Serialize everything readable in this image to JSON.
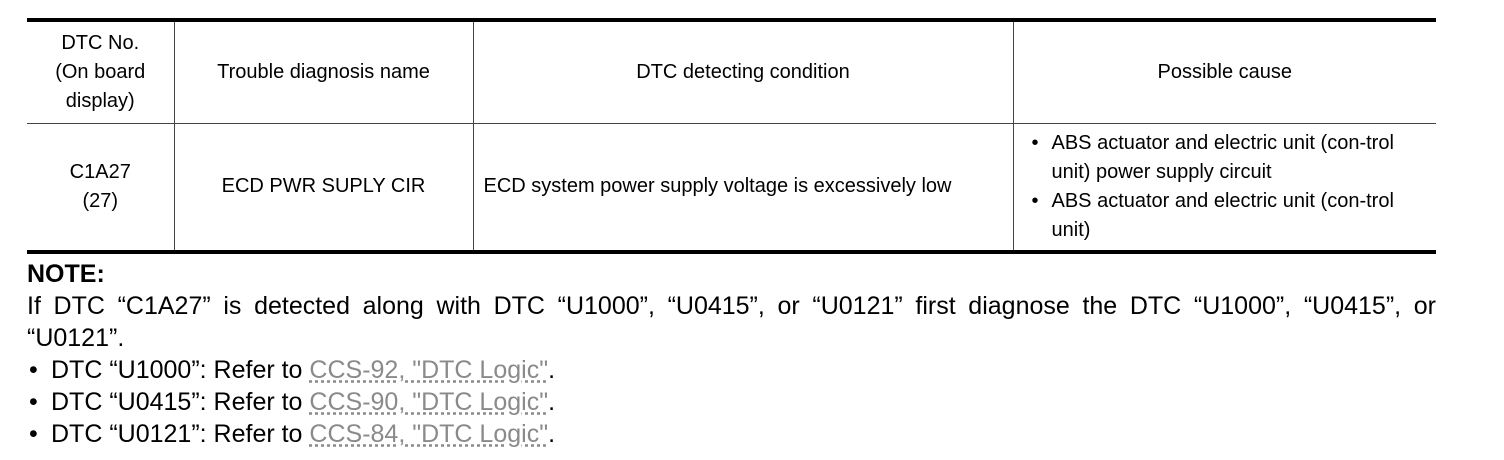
{
  "table": {
    "headers": [
      "DTC No.\n(On board\ndisplay)",
      "Trouble diagnosis name",
      "DTC detecting condition",
      "Possible cause"
    ],
    "row": {
      "dtc_code": "C1A27",
      "dtc_display": "(27)",
      "diagnosis_name": "ECD PWR SUPLY CIR",
      "condition": "ECD system power supply voltage is excessively low",
      "causes": [
        "ABS actuator and electric unit (con-trol unit) power supply circuit",
        "ABS actuator and electric unit (con-trol unit)"
      ]
    }
  },
  "note": {
    "title": "NOTE:",
    "body": "If DTC “C1A27” is detected along with DTC “U1000”, “U0415”, or “U0121” first diagnose the DTC “U1000”, “U0415”, or “U0121”.",
    "refs": [
      {
        "prefix": "DTC “U1000”: Refer to ",
        "link": "CCS-92, \"DTC Logic\"",
        "suffix": "."
      },
      {
        "prefix": "DTC “U0415”: Refer to ",
        "link": "CCS-90, \"DTC Logic\"",
        "suffix": "."
      },
      {
        "prefix": "DTC “U0121”: Refer to ",
        "link": "CCS-84, \"DTC Logic\"",
        "suffix": "."
      }
    ]
  }
}
